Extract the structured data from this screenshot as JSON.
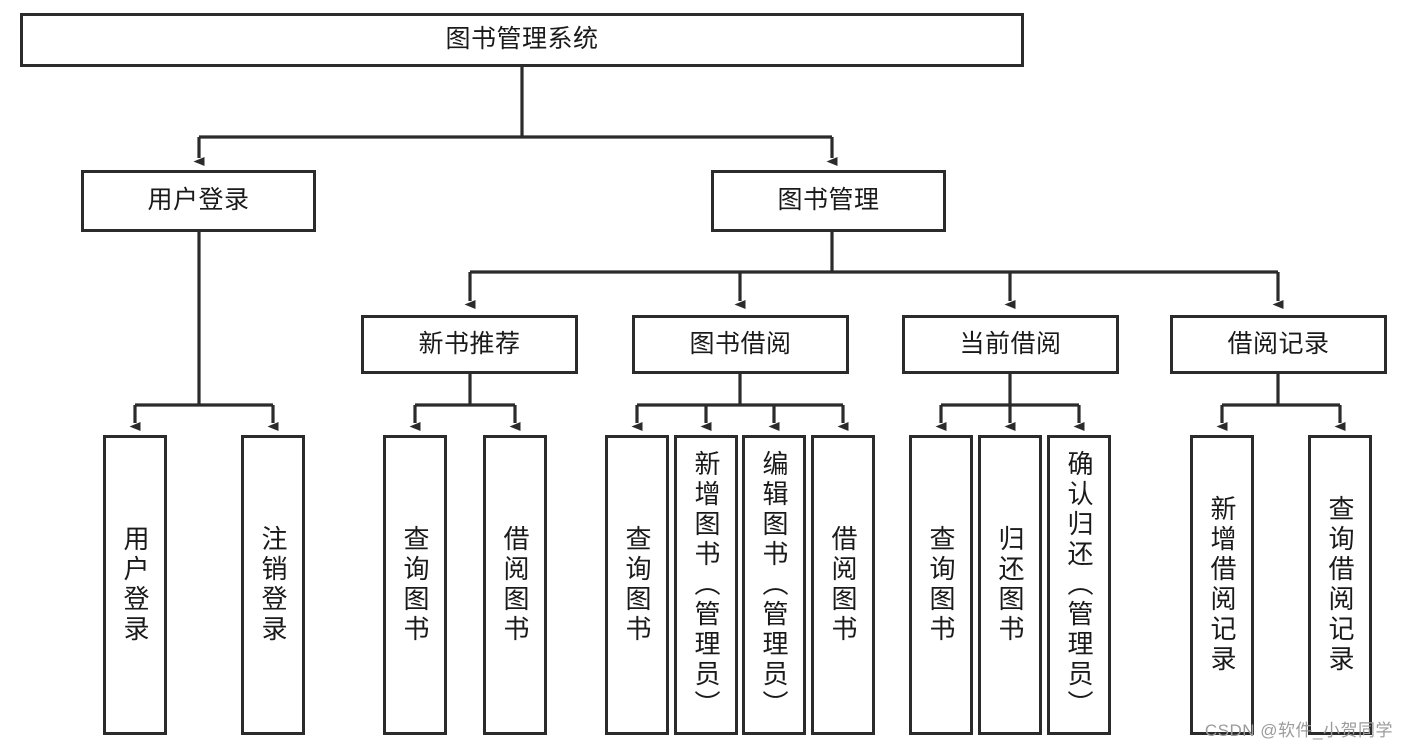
{
  "diagram": {
    "title": "图书管理系统",
    "type": "tree",
    "colors": {
      "box_border": "#2b2b2b",
      "box_fill": "#ffffff",
      "edge": "#2b2b2b",
      "text": "#1a1a1a",
      "watermark": "#9b9b9b",
      "background": "#ffffff"
    },
    "watermark": "CSDN @软件_小贺同学",
    "nodes": {
      "root": {
        "label": "图书管理系统"
      },
      "level1": [
        {
          "label": "用户登录"
        },
        {
          "label": "图书管理"
        }
      ],
      "level2": [
        {
          "label": "新书推荐"
        },
        {
          "label": "图书借阅"
        },
        {
          "label": "当前借阅"
        },
        {
          "label": "借阅记录"
        }
      ],
      "leaves": {
        "user_login": [
          {
            "label": "用户登录"
          },
          {
            "label": "注销登录"
          }
        ],
        "new_book_recommend": [
          {
            "label": "查询图书"
          },
          {
            "label": "借阅图书"
          }
        ],
        "book_borrow": [
          {
            "label": "查询图书"
          },
          {
            "label": "新增图书（管理员）"
          },
          {
            "label": "编辑图书（管理员）"
          },
          {
            "label": "借阅图书"
          }
        ],
        "current_borrow": [
          {
            "label": "查询图书"
          },
          {
            "label": "归还图书"
          },
          {
            "label": "确认归还（管理员）"
          }
        ],
        "borrow_record": [
          {
            "label": "新增借阅记录"
          },
          {
            "label": "查询借阅记录"
          }
        ]
      }
    }
  }
}
